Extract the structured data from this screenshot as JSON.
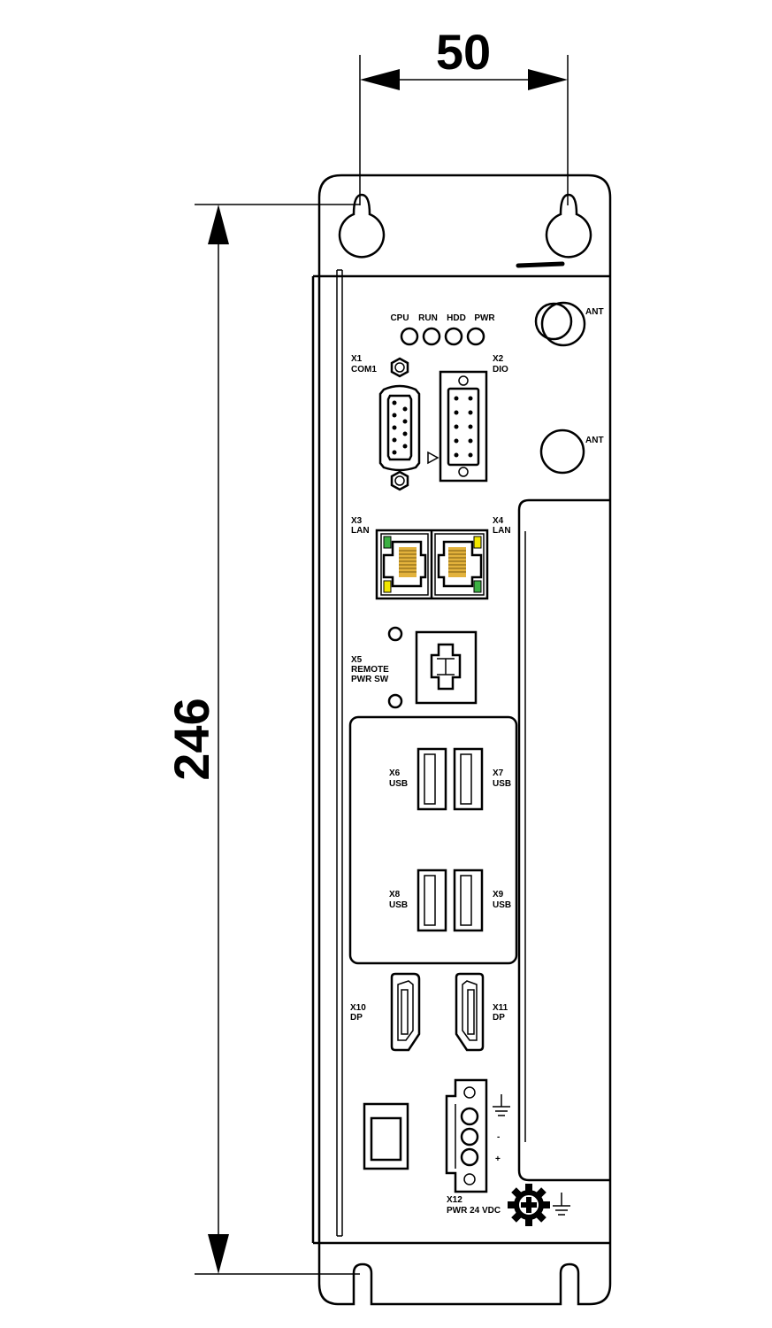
{
  "dimensions": {
    "width_label": "50",
    "height_label": "246"
  },
  "leds": {
    "cpu": "CPU",
    "run": "RUN",
    "hdd": "HDD",
    "pwr": "PWR",
    "pwr_color": "#1e9e3a"
  },
  "antennas": {
    "ant1": "ANT",
    "ant2": "ANT"
  },
  "ports": {
    "x1": {
      "id": "X1",
      "name": "COM1"
    },
    "x2": {
      "id": "X2",
      "name": "DIO"
    },
    "x3": {
      "id": "X3",
      "name": "LAN"
    },
    "x4": {
      "id": "X4",
      "name": "LAN"
    },
    "x5": {
      "id": "X5",
      "name1": "REMOTE",
      "name2": "PWR SW"
    },
    "x6": {
      "id": "X6",
      "name": "USB"
    },
    "x7": {
      "id": "X7",
      "name": "USB"
    },
    "x8": {
      "id": "X8",
      "name": "USB"
    },
    "x9": {
      "id": "X9",
      "name": "USB"
    },
    "x10": {
      "id": "X10",
      "name": "DP"
    },
    "x11": {
      "id": "X11",
      "name": "DP"
    },
    "x12": {
      "id": "X12",
      "name": "PWR 24 VDC"
    }
  },
  "terminal": {
    "minus": "-",
    "plus": "+"
  },
  "colors": {
    "lan_green": "#3cb043",
    "lan_yellow": "#f2e600",
    "line": "#000000"
  }
}
